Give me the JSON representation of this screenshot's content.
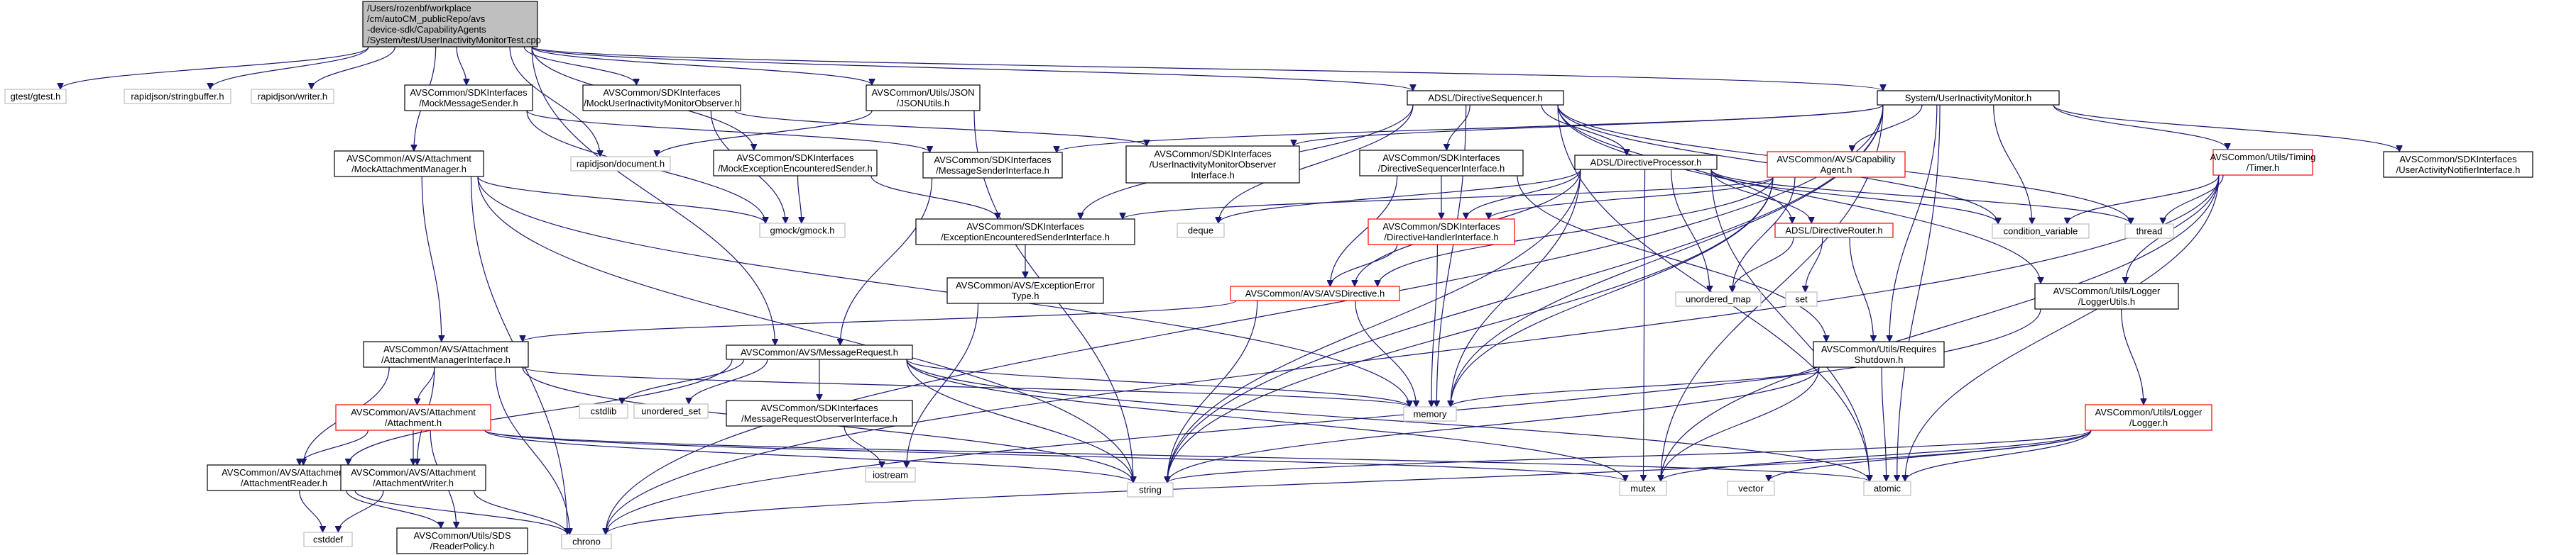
{
  "diagram": {
    "title": "",
    "colors": {
      "edge": "#191970",
      "root_fill": "#bfbfbf",
      "root_stroke": "#000000",
      "normal_fill": "#ffffff",
      "normal_stroke": "#000000",
      "external_fill": "#ffffff",
      "external_stroke": "#bfbfbf",
      "truncated_fill": "#ffffff",
      "truncated_stroke": "#ff0000"
    },
    "nodes": [
      {
        "id": "root",
        "kind": "root",
        "lines": [
          "/Users/rozenbf/workplace",
          "/cm/autoCM_publicRepo/avs",
          "-device-sdk/CapabilityAgents",
          "/System/test/UserInactivityMonitorTest.cpp"
        ]
      },
      {
        "id": "gtest",
        "kind": "external",
        "lines": [
          "gtest/gtest.h"
        ]
      },
      {
        "id": "rj_sb",
        "kind": "external",
        "lines": [
          "rapidjson/stringbuffer.h"
        ]
      },
      {
        "id": "rj_w",
        "kind": "external",
        "lines": [
          "rapidjson/writer.h"
        ]
      },
      {
        "id": "mock_msg_sender",
        "kind": "normal",
        "lines": [
          "AVSCommon/SDKInterfaces",
          "/MockMessageSender.h"
        ]
      },
      {
        "id": "mock_uim_obs",
        "kind": "normal",
        "lines": [
          "AVSCommon/SDKInterfaces",
          "/MockUserInactivityMonitorObserver.h"
        ]
      },
      {
        "id": "json_utils",
        "kind": "normal",
        "lines": [
          "AVSCommon/Utils/JSON",
          "/JSONUtils.h"
        ]
      },
      {
        "id": "dir_seq",
        "kind": "normal",
        "lines": [
          "ADSL/DirectiveSequencer.h"
        ]
      },
      {
        "id": "uim",
        "kind": "normal",
        "lines": [
          "System/UserInactivityMonitor.h"
        ]
      },
      {
        "id": "mock_att_mgr",
        "kind": "normal",
        "lines": [
          "AVSCommon/AVS/Attachment",
          "/MockAttachmentManager.h"
        ]
      },
      {
        "id": "rj_doc",
        "kind": "external",
        "lines": [
          "rapidjson/document.h"
        ]
      },
      {
        "id": "mock_exc_sender",
        "kind": "normal",
        "lines": [
          "AVSCommon/SDKInterfaces",
          "/MockExceptionEncounteredSender.h"
        ]
      },
      {
        "id": "msg_sender_if",
        "kind": "normal",
        "lines": [
          "AVSCommon/SDKInterfaces",
          "/MessageSenderInterface.h"
        ]
      },
      {
        "id": "uim_obs_if",
        "kind": "normal",
        "lines": [
          "AVSCommon/SDKInterfaces",
          "/UserInactivityMonitorObserver",
          "Interface.h"
        ]
      },
      {
        "id": "dir_seq_if",
        "kind": "normal",
        "lines": [
          "AVSCommon/SDKInterfaces",
          "/DirectiveSequencerInterface.h"
        ]
      },
      {
        "id": "dir_proc",
        "kind": "normal",
        "lines": [
          "ADSL/DirectiveProcessor.h"
        ]
      },
      {
        "id": "capability_agent",
        "kind": "truncated",
        "lines": [
          "AVSCommon/AVS/Capability",
          "Agent.h"
        ]
      },
      {
        "id": "timer",
        "kind": "truncated",
        "lines": [
          "AVSCommon/Utils/Timing",
          "/Timer.h"
        ]
      },
      {
        "id": "ua_notifier_if",
        "kind": "normal",
        "lines": [
          "AVSCommon/SDKInterfaces",
          "/UserActivityNotifierInterface.h"
        ]
      },
      {
        "id": "gmock",
        "kind": "external",
        "lines": [
          "gmock/gmock.h"
        ]
      },
      {
        "id": "exc_sender_if",
        "kind": "normal",
        "lines": [
          "AVSCommon/SDKInterfaces",
          "/ExceptionEncounteredSenderInterface.h"
        ]
      },
      {
        "id": "deque",
        "kind": "external",
        "lines": [
          "deque"
        ]
      },
      {
        "id": "dir_handler_if",
        "kind": "truncated",
        "lines": [
          "AVSCommon/SDKInterfaces",
          "/DirectiveHandlerInterface.h"
        ]
      },
      {
        "id": "dir_router",
        "kind": "truncated",
        "lines": [
          "ADSL/DirectiveRouter.h"
        ]
      },
      {
        "id": "cond_var",
        "kind": "external",
        "lines": [
          "condition_variable"
        ]
      },
      {
        "id": "thread",
        "kind": "external",
        "lines": [
          "thread"
        ]
      },
      {
        "id": "exc_err_type",
        "kind": "normal",
        "lines": [
          "AVSCommon/AVS/ExceptionError",
          "Type.h"
        ]
      },
      {
        "id": "avs_directive",
        "kind": "truncated",
        "lines": [
          "AVSCommon/AVS/AVSDirective.h"
        ]
      },
      {
        "id": "unordered_map",
        "kind": "external",
        "lines": [
          "unordered_map"
        ]
      },
      {
        "id": "set",
        "kind": "external",
        "lines": [
          "set"
        ]
      },
      {
        "id": "logger_utils",
        "kind": "normal",
        "lines": [
          "AVSCommon/Utils/Logger",
          "/LoggerUtils.h"
        ]
      },
      {
        "id": "att_mgr_if",
        "kind": "normal",
        "lines": [
          "AVSCommon/AVS/Attachment",
          "/AttachmentManagerInterface.h"
        ]
      },
      {
        "id": "msg_request",
        "kind": "normal",
        "lines": [
          "AVSCommon/AVS/MessageRequest.h"
        ]
      },
      {
        "id": "requires_shutdown",
        "kind": "normal",
        "lines": [
          "AVSCommon/Utils/Requires",
          "Shutdown.h"
        ]
      },
      {
        "id": "cstdlib",
        "kind": "external",
        "lines": [
          "cstdlib"
        ]
      },
      {
        "id": "unordered_set",
        "kind": "external",
        "lines": [
          "unordered_set"
        ]
      },
      {
        "id": "msg_req_obs_if",
        "kind": "normal",
        "lines": [
          "AVSCommon/SDKInterfaces",
          "/MessageRequestObserverInterface.h"
        ]
      },
      {
        "id": "memory",
        "kind": "external",
        "lines": [
          "memory"
        ]
      },
      {
        "id": "attachment",
        "kind": "truncated",
        "lines": [
          "AVSCommon/AVS/Attachment",
          "/Attachment.h"
        ]
      },
      {
        "id": "logger",
        "kind": "truncated",
        "lines": [
          "AVSCommon/Utils/Logger",
          "/Logger.h"
        ]
      },
      {
        "id": "iostream",
        "kind": "external",
        "lines": [
          "iostream"
        ]
      },
      {
        "id": "att_reader",
        "kind": "normal",
        "lines": [
          "AVSCommon/AVS/Attachment",
          "/AttachmentReader.h"
        ]
      },
      {
        "id": "att_writer",
        "kind": "normal",
        "lines": [
          "AVSCommon/AVS/Attachment",
          "/AttachmentWriter.h"
        ]
      },
      {
        "id": "string",
        "kind": "external",
        "lines": [
          "string"
        ]
      },
      {
        "id": "mutex",
        "kind": "external",
        "lines": [
          "mutex"
        ]
      },
      {
        "id": "vector",
        "kind": "external",
        "lines": [
          "vector"
        ]
      },
      {
        "id": "atomic",
        "kind": "external",
        "lines": [
          "atomic"
        ]
      },
      {
        "id": "cstddef",
        "kind": "external",
        "lines": [
          "cstddef"
        ]
      },
      {
        "id": "reader_policy",
        "kind": "normal",
        "lines": [
          "AVSCommon/Utils/SDS",
          "/ReaderPolicy.h"
        ]
      },
      {
        "id": "chrono",
        "kind": "external",
        "lines": [
          "chrono"
        ]
      }
    ],
    "edges": [
      [
        "root",
        "gtest"
      ],
      [
        "root",
        "rj_sb"
      ],
      [
        "root",
        "rj_w"
      ],
      [
        "root",
        "mock_msg_sender"
      ],
      [
        "root",
        "mock_uim_obs"
      ],
      [
        "root",
        "json_utils"
      ],
      [
        "root",
        "dir_seq"
      ],
      [
        "root",
        "uim"
      ],
      [
        "root",
        "mock_att_mgr"
      ],
      [
        "root",
        "rj_doc"
      ],
      [
        "root",
        "mock_exc_sender"
      ],
      [
        "root",
        "msg_request"
      ],
      [
        "mock_msg_sender",
        "msg_sender_if"
      ],
      [
        "mock_msg_sender",
        "gmock"
      ],
      [
        "mock_uim_obs",
        "uim_obs_if"
      ],
      [
        "mock_uim_obs",
        "gmock"
      ],
      [
        "json_utils",
        "rj_doc"
      ],
      [
        "json_utils",
        "string"
      ],
      [
        "dir_seq",
        "exc_sender_if"
      ],
      [
        "dir_seq",
        "dir_seq_if"
      ],
      [
        "dir_seq",
        "dir_proc"
      ],
      [
        "dir_seq",
        "dir_router"
      ],
      [
        "dir_seq",
        "memory"
      ],
      [
        "dir_seq",
        "deque"
      ],
      [
        "dir_seq",
        "cond_var"
      ],
      [
        "dir_seq",
        "thread"
      ],
      [
        "dir_seq",
        "atomic"
      ],
      [
        "dir_seq",
        "logger_utils"
      ],
      [
        "uim",
        "uim_obs_if"
      ],
      [
        "uim",
        "capability_agent"
      ],
      [
        "uim",
        "timer"
      ],
      [
        "uim",
        "ua_notifier_if"
      ],
      [
        "uim",
        "requires_shutdown"
      ],
      [
        "uim",
        "msg_sender_if"
      ],
      [
        "uim",
        "atomic"
      ],
      [
        "uim",
        "chrono"
      ],
      [
        "uim",
        "mutex"
      ],
      [
        "uim",
        "string"
      ],
      [
        "uim",
        "memory"
      ],
      [
        "uim",
        "cond_var"
      ],
      [
        "mock_att_mgr",
        "att_mgr_if"
      ],
      [
        "mock_att_mgr",
        "gmock"
      ],
      [
        "mock_att_mgr",
        "memory"
      ],
      [
        "mock_att_mgr",
        "string"
      ],
      [
        "mock_att_mgr",
        "chrono"
      ],
      [
        "mock_exc_sender",
        "exc_sender_if"
      ],
      [
        "mock_exc_sender",
        "gmock"
      ],
      [
        "msg_sender_if",
        "msg_request"
      ],
      [
        "dir_seq_if",
        "avs_directive"
      ],
      [
        "dir_seq_if",
        "dir_handler_if"
      ],
      [
        "dir_seq_if",
        "requires_shutdown"
      ],
      [
        "dir_proc",
        "dir_handler_if"
      ],
      [
        "dir_proc",
        "dir_router"
      ],
      [
        "dir_proc",
        "avs_directive"
      ],
      [
        "dir_proc",
        "deque"
      ],
      [
        "dir_proc",
        "unordered_map"
      ],
      [
        "dir_proc",
        "cond_var"
      ],
      [
        "dir_proc",
        "thread"
      ],
      [
        "dir_proc",
        "memory"
      ],
      [
        "dir_proc",
        "mutex"
      ],
      [
        "dir_proc",
        "string"
      ],
      [
        "dir_proc",
        "atomic"
      ],
      [
        "capability_agent",
        "exc_sender_if"
      ],
      [
        "capability_agent",
        "dir_handler_if"
      ],
      [
        "capability_agent",
        "avs_directive"
      ],
      [
        "capability_agent",
        "unordered_map"
      ],
      [
        "capability_agent",
        "memory"
      ],
      [
        "capability_agent",
        "string"
      ],
      [
        "timer",
        "thread"
      ],
      [
        "timer",
        "cond_var"
      ],
      [
        "timer",
        "logger_utils"
      ],
      [
        "timer",
        "mutex"
      ],
      [
        "timer",
        "atomic"
      ],
      [
        "timer",
        "chrono"
      ],
      [
        "exc_sender_if",
        "exc_err_type"
      ],
      [
        "exc_err_type",
        "iostream"
      ],
      [
        "dir_handler_if",
        "avs_directive"
      ],
      [
        "dir_handler_if",
        "memory"
      ],
      [
        "dir_router",
        "requires_shutdown"
      ],
      [
        "dir_router",
        "set"
      ],
      [
        "dir_router",
        "unordered_map"
      ],
      [
        "avs_directive",
        "att_mgr_if"
      ],
      [
        "avs_directive",
        "memory"
      ],
      [
        "avs_directive",
        "string"
      ],
      [
        "logger_utils",
        "logger"
      ],
      [
        "logger_utils",
        "chrono"
      ],
      [
        "att_mgr_if",
        "attachment"
      ],
      [
        "att_mgr_if",
        "att_reader"
      ],
      [
        "att_mgr_if",
        "att_writer"
      ],
      [
        "att_mgr_if",
        "memory"
      ],
      [
        "att_mgr_if",
        "chrono"
      ],
      [
        "att_mgr_if",
        "string"
      ],
      [
        "msg_request",
        "cstdlib"
      ],
      [
        "msg_request",
        "unordered_set"
      ],
      [
        "msg_request",
        "msg_req_obs_if"
      ],
      [
        "msg_request",
        "memory"
      ],
      [
        "msg_request",
        "string"
      ],
      [
        "msg_request",
        "mutex"
      ],
      [
        "msg_request",
        "att_reader"
      ],
      [
        "msg_request",
        "atomic"
      ],
      [
        "requires_shutdown",
        "memory"
      ],
      [
        "requires_shutdown",
        "mutex"
      ],
      [
        "requires_shutdown",
        "string"
      ],
      [
        "requires_shutdown",
        "atomic"
      ],
      [
        "msg_req_obs_if",
        "iostream"
      ],
      [
        "attachment",
        "att_reader"
      ],
      [
        "attachment",
        "att_writer"
      ],
      [
        "attachment",
        "atomic"
      ],
      [
        "attachment",
        "string"
      ],
      [
        "attachment",
        "reader_policy"
      ],
      [
        "attachment",
        "mutex"
      ],
      [
        "logger",
        "atomic"
      ],
      [
        "logger",
        "mutex"
      ],
      [
        "logger",
        "vector"
      ],
      [
        "logger",
        "chrono"
      ],
      [
        "logger",
        "string"
      ],
      [
        "att_reader",
        "cstddef"
      ],
      [
        "att_reader",
        "chrono"
      ],
      [
        "att_reader",
        "reader_policy"
      ],
      [
        "att_writer",
        "cstddef"
      ],
      [
        "att_writer",
        "chrono"
      ]
    ]
  }
}
